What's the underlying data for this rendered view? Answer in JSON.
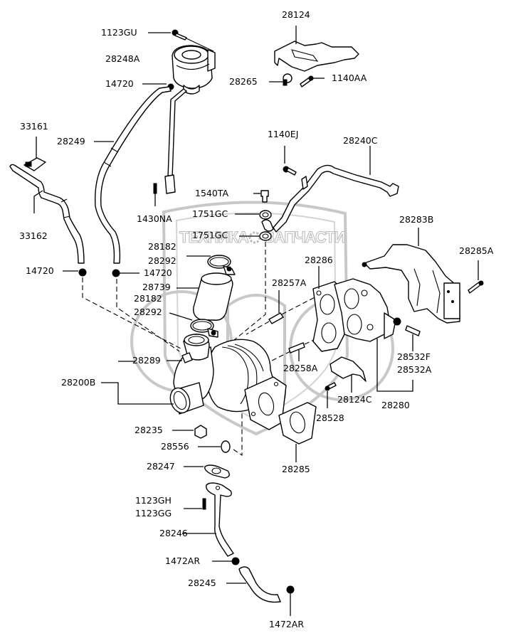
{
  "diagram": {
    "title": "Turbocharger assembly parts diagram",
    "watermark": {
      "left_text": "ТЕХНИКА",
      "right_text": "ЗАПЧАСТИ",
      "logo_letters": "епс"
    },
    "labels": {
      "l_1123GU": "1123GU",
      "l_28248A": "28248A",
      "l_14720_top": "14720",
      "l_28124": "28124",
      "l_28265": "28265",
      "l_1140AA": "1140AA",
      "l_33161": "33161",
      "l_28249": "28249",
      "l_33162": "33162",
      "l_1140EJ": "1140EJ",
      "l_28240C": "28240C",
      "l_1540TA": "1540TA",
      "l_1430NA": "1430NA",
      "l_1751GC_a": "1751GC",
      "l_1751GC_b": "1751GC",
      "l_28283B": "28283B",
      "l_28285A": "28285A",
      "l_28182_a": "28182",
      "l_28292_a": "28292",
      "l_14720_left": "14720",
      "l_14720_mid": "14720",
      "l_28739": "28739",
      "l_28182_b": "28182",
      "l_28292_b": "28292",
      "l_28257A": "28257A",
      "l_28286": "28286",
      "l_28289": "28289",
      "l_28200B": "28200B",
      "l_28258A": "28258A",
      "l_28532F": "28532F",
      "l_28532A": "28532A",
      "l_28124C": "28124C",
      "l_28280": "28280",
      "l_28528": "28528",
      "l_28235": "28235",
      "l_28556": "28556",
      "l_28285": "28285",
      "l_28247": "28247",
      "l_1123GH": "1123GH",
      "l_1123GG": "1123GG",
      "l_28246": "28246",
      "l_1472AR_a": "1472AR",
      "l_28245": "28245",
      "l_1472AR_b": "1472AR"
    }
  }
}
